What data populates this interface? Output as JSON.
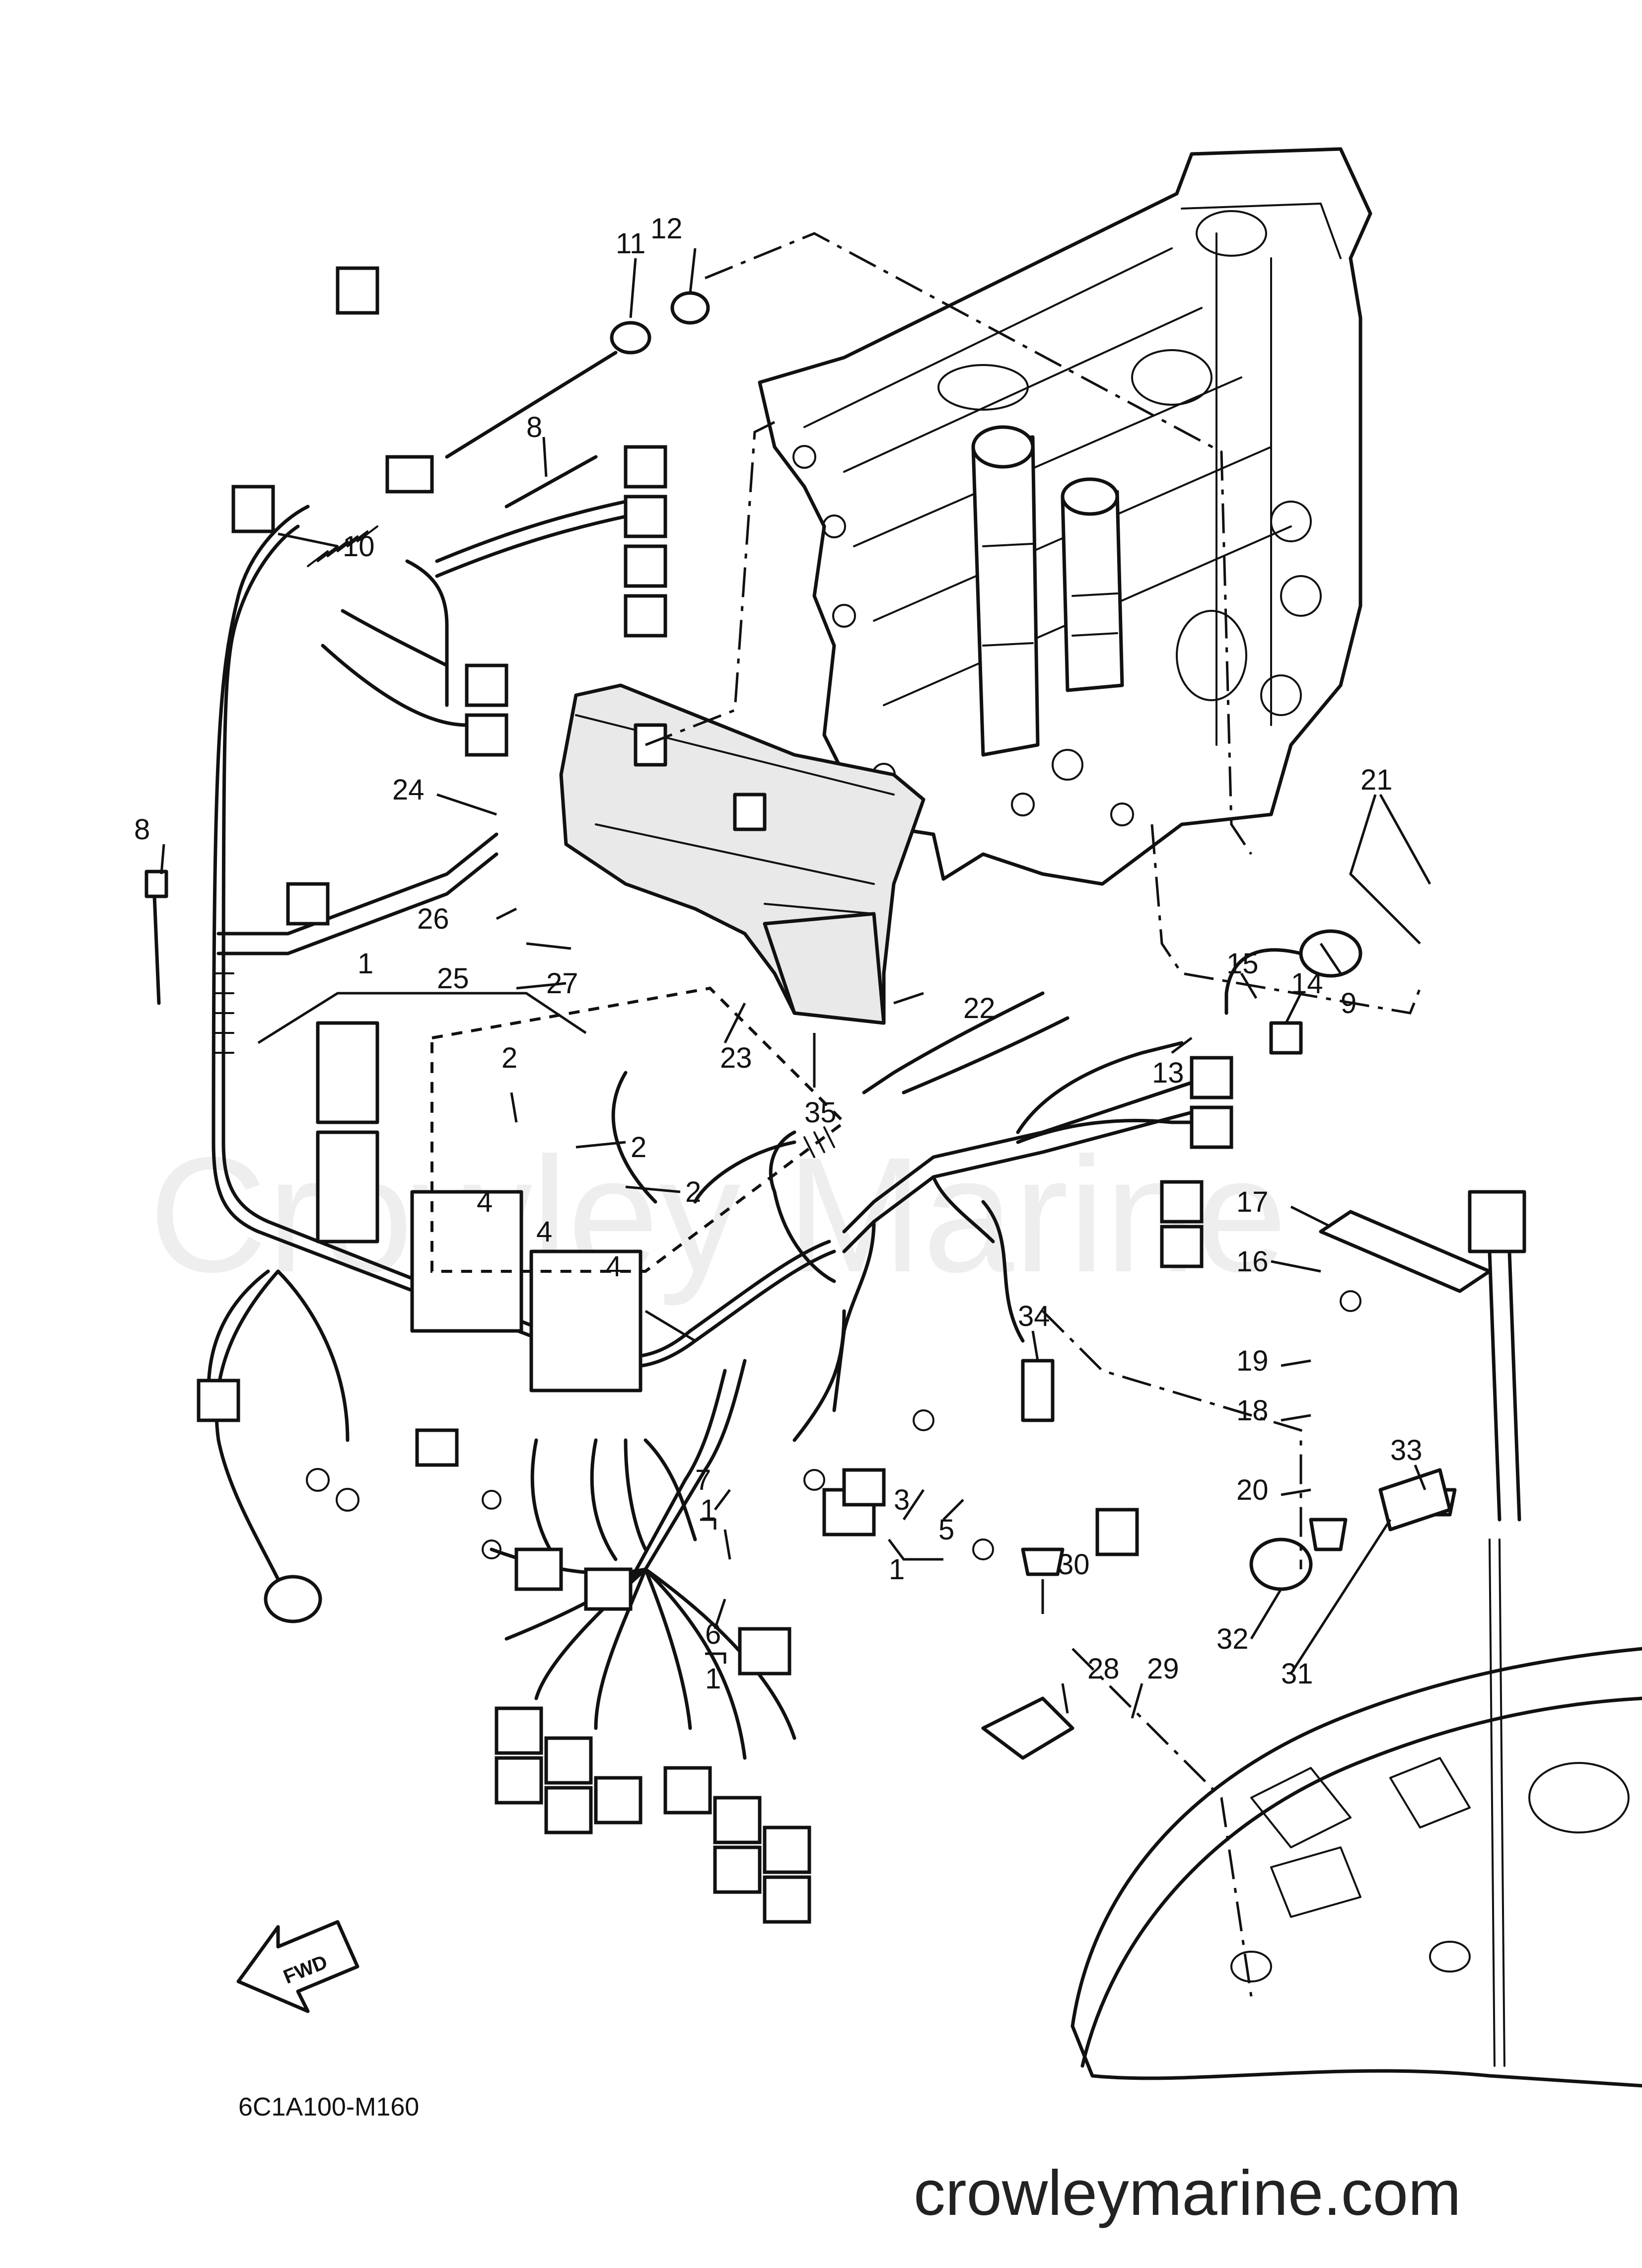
{
  "watermark": "Crowley Marine",
  "diagram_code": "6C1A100-M160",
  "website": "crowleymarine.com",
  "direction_marker": "FWD",
  "callouts": [
    {
      "id": "c1a",
      "label": "1"
    },
    {
      "id": "c1b",
      "label": "1"
    },
    {
      "id": "c1c",
      "label": "1"
    },
    {
      "id": "c1d",
      "label": "1"
    },
    {
      "id": "c2a",
      "label": "2"
    },
    {
      "id": "c2b",
      "label": "2"
    },
    {
      "id": "c2c",
      "label": "2"
    },
    {
      "id": "c3",
      "label": "3"
    },
    {
      "id": "c4a",
      "label": "4"
    },
    {
      "id": "c4b",
      "label": "4"
    },
    {
      "id": "c4c",
      "label": "4"
    },
    {
      "id": "c5",
      "label": "5"
    },
    {
      "id": "c6",
      "label": "6"
    },
    {
      "id": "c7",
      "label": "7"
    },
    {
      "id": "c8a",
      "label": "8"
    },
    {
      "id": "c8b",
      "label": "8"
    },
    {
      "id": "c9",
      "label": "9"
    },
    {
      "id": "c10",
      "label": "10"
    },
    {
      "id": "c11",
      "label": "11"
    },
    {
      "id": "c12",
      "label": "12"
    },
    {
      "id": "c13",
      "label": "13"
    },
    {
      "id": "c14",
      "label": "14"
    },
    {
      "id": "c15",
      "label": "15"
    },
    {
      "id": "c16",
      "label": "16"
    },
    {
      "id": "c17",
      "label": "17"
    },
    {
      "id": "c18",
      "label": "18"
    },
    {
      "id": "c19",
      "label": "19"
    },
    {
      "id": "c20",
      "label": "20"
    },
    {
      "id": "c21",
      "label": "21"
    },
    {
      "id": "c22",
      "label": "22"
    },
    {
      "id": "c23",
      "label": "23"
    },
    {
      "id": "c24",
      "label": "24"
    },
    {
      "id": "c25",
      "label": "25"
    },
    {
      "id": "c26",
      "label": "26"
    },
    {
      "id": "c27",
      "label": "27"
    },
    {
      "id": "c28",
      "label": "28"
    },
    {
      "id": "c29",
      "label": "29"
    },
    {
      "id": "c30",
      "label": "30"
    },
    {
      "id": "c31",
      "label": "31"
    },
    {
      "id": "c32",
      "label": "32"
    },
    {
      "id": "c33",
      "label": "33"
    },
    {
      "id": "c34",
      "label": "34"
    },
    {
      "id": "c35",
      "label": "35"
    }
  ]
}
